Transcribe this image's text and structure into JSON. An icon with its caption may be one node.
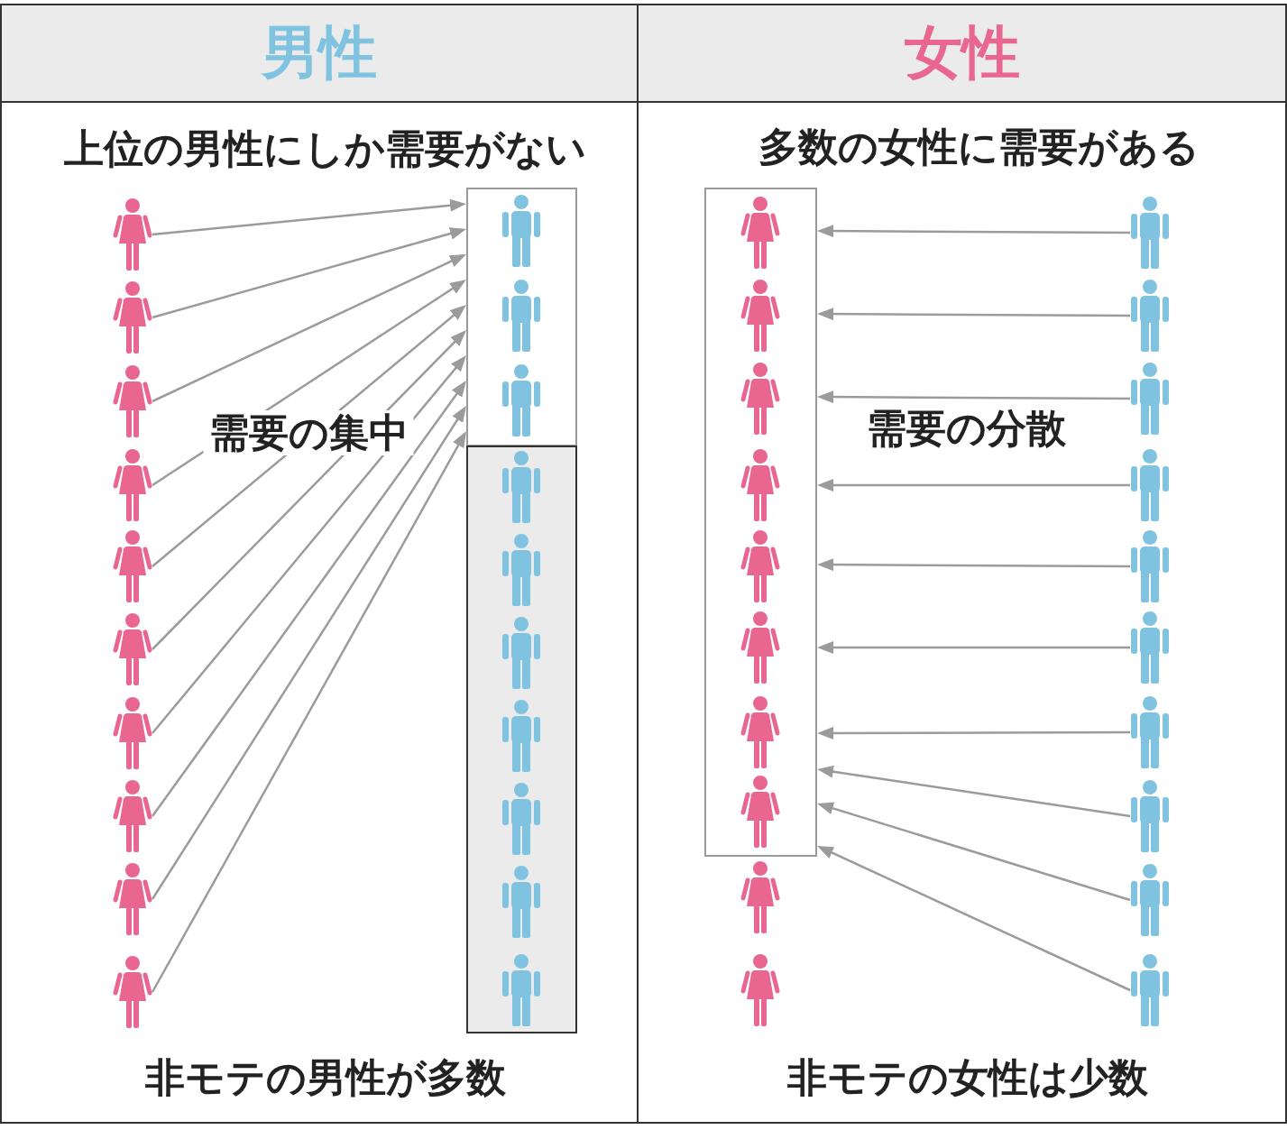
{
  "diagram": {
    "nodes": [
      {
        "text": [
          "男性",
          "上位の男性にしか需要がない",
          "需要の集中",
          "非モテの男性が多数"
        ]
      },
      {
        "text": [
          "女性",
          "多数の女性に需要がある",
          "需要の分散",
          "非モテの女性は少数"
        ]
      },
      {
        "text": [],
        "shape": "person",
        "in": 0
      },
      {
        "text": [],
        "shape": "person",
        "in": 0
      },
      {
        "text": [],
        "shape": "person",
        "in": 0
      },
      {
        "text": [],
        "shape": "person",
        "in": 0
      },
      {
        "text": [],
        "shape": "person",
        "in": 0
      },
      {
        "text": [],
        "shape": "person",
        "in": 0
      },
      {
        "text": [],
        "shape": "person",
        "in": 0
      },
      {
        "text": [],
        "shape": "person",
        "in": 0
      },
      {
        "text": [],
        "shape": "person",
        "in": 0
      },
      {
        "text": [],
        "shape": "person",
        "in": 0
      },
      {
        "text": [],
        "shape": "box",
        "in": 0
      },
      {
        "text": [],
        "shape": "person",
        "in": 12
      },
      {
        "text": [],
        "shape": "person",
        "in": 12
      },
      {
        "text": [],
        "shape": "person",
        "in": 12
      },
      {
        "text": [],
        "shape": "box",
        "in": 0
      },
      {
        "text": [],
        "shape": "person",
        "in": 16
      },
      {
        "text": [],
        "shape": "person",
        "in": 16
      },
      {
        "text": [],
        "shape": "person",
        "in": 16
      },
      {
        "text": [],
        "shape": "person",
        "in": 16
      },
      {
        "text": [],
        "shape": "person",
        "in": 16
      },
      {
        "text": [],
        "shape": "person",
        "in": 16
      },
      {
        "text": [],
        "shape": "person",
        "in": 16
      },
      {
        "text": [],
        "shape": "box",
        "in": 1
      },
      {
        "text": [],
        "shape": "person",
        "in": 24
      },
      {
        "text": [],
        "shape": "person",
        "in": 24
      },
      {
        "text": [],
        "shape": "person",
        "in": 24
      },
      {
        "text": [],
        "shape": "person",
        "in": 24
      },
      {
        "text": [],
        "shape": "person",
        "in": 24
      },
      {
        "text": [],
        "shape": "person",
        "in": 24
      },
      {
        "text": [],
        "shape": "person",
        "in": 24
      },
      {
        "text": [],
        "shape": "person",
        "in": 24
      },
      {
        "text": [],
        "shape": "person",
        "in": 1
      },
      {
        "text": [],
        "shape": "person",
        "in": 1
      },
      {
        "text": [],
        "shape": "person",
        "in": 1
      },
      {
        "text": [],
        "shape": "person",
        "in": 1
      },
      {
        "text": [],
        "shape": "person",
        "in": 1
      },
      {
        "text": [],
        "shape": "person",
        "in": 1
      },
      {
        "text": [],
        "shape": "person",
        "in": 1
      },
      {
        "text": [],
        "shape": "person",
        "in": 1
      },
      {
        "text": [],
        "shape": "person",
        "in": 1
      },
      {
        "text": [],
        "shape": "person",
        "in": 1
      },
      {
        "text": [],
        "shape": "person",
        "in": 1
      },
      {
        "text": [],
        "shape": "person",
        "in": 1
      }
    ],
    "edges": [
      {
        "from": 2,
        "to": 12,
        "arrow": "to"
      },
      {
        "from": 3,
        "to": 12,
        "arrow": "to"
      },
      {
        "from": 4,
        "to": 12,
        "arrow": "to"
      },
      {
        "from": 5,
        "to": 12,
        "arrow": "to"
      },
      {
        "from": 6,
        "to": 12,
        "arrow": "to"
      },
      {
        "from": 7,
        "to": 12,
        "arrow": "to"
      },
      {
        "from": 8,
        "to": 12,
        "arrow": "to"
      },
      {
        "from": 9,
        "to": 12,
        "arrow": "to"
      },
      {
        "from": 10,
        "to": 12,
        "arrow": "to"
      },
      {
        "from": 11,
        "to": 12,
        "arrow": "to"
      },
      {
        "from": 35,
        "to": 24,
        "arrow": "to"
      },
      {
        "from": 36,
        "to": 24,
        "arrow": "to"
      },
      {
        "from": 37,
        "to": 24,
        "arrow": "to"
      },
      {
        "from": 38,
        "to": 24,
        "arrow": "to"
      },
      {
        "from": 39,
        "to": 24,
        "arrow": "to"
      },
      {
        "from": 40,
        "to": 24,
        "arrow": "to"
      },
      {
        "from": 41,
        "to": 24,
        "arrow": "to"
      },
      {
        "from": 42,
        "to": 24,
        "arrow": "to"
      },
      {
        "from": 43,
        "to": 24,
        "arrow": "to"
      },
      {
        "from": 44,
        "to": 24,
        "arrow": "to"
      }
    ]
  }
}
